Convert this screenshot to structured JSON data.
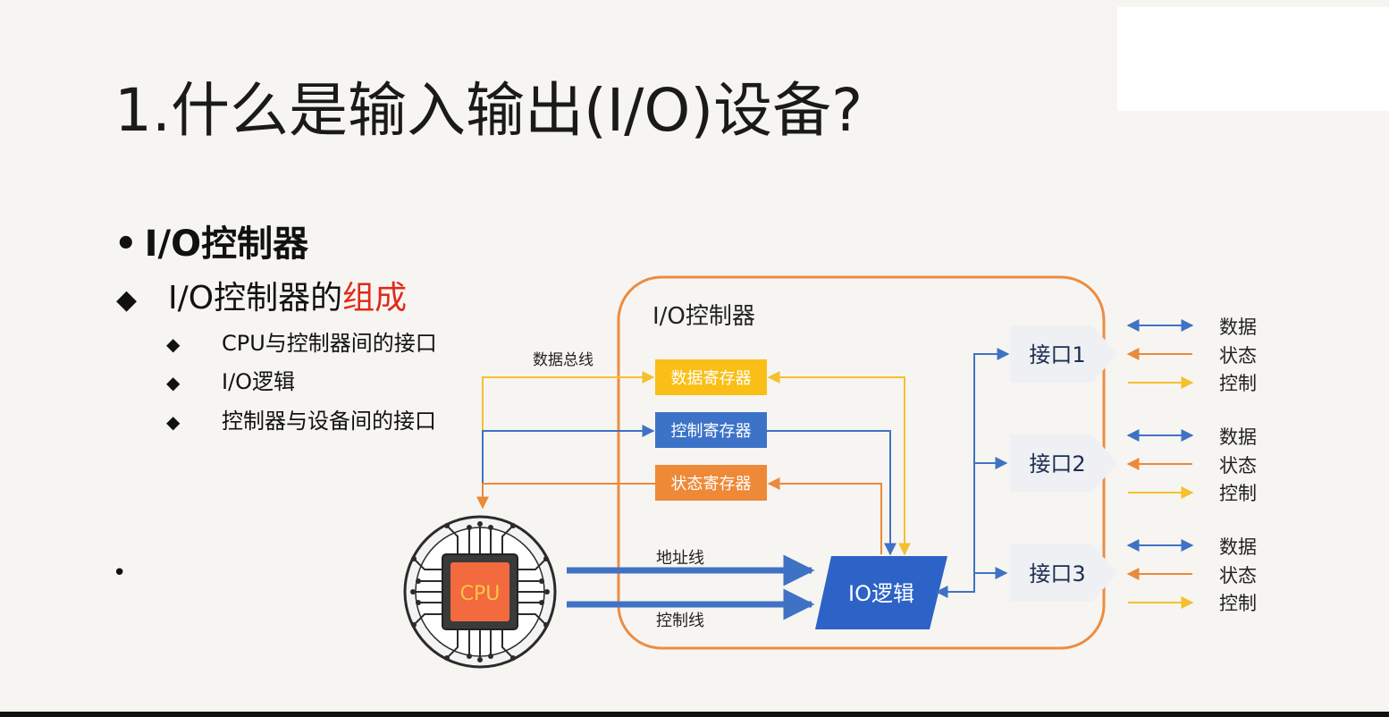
{
  "slide": {
    "title": "1.什么是输入输出(I/O)设备?",
    "heading": "I/O控制器",
    "subheading_prefix": "I/O控制器的",
    "subheading_highlight": "组成",
    "items": [
      "CPU与控制器间的接口",
      "I/O逻辑",
      "控制器与设备间的接口"
    ],
    "bullet_dot": "•",
    "diamond": "◆"
  },
  "diagram": {
    "controller_title": "I/O控制器",
    "data_bus_label": "数据总线",
    "registers": [
      "数据寄存器",
      "控制寄存器",
      "状态寄存器"
    ],
    "address_line_label": "地址线",
    "control_line_label": "控制线",
    "cpu_label": "CPU",
    "io_logic_label": "IO逻辑",
    "interfaces": [
      {
        "label": "接口1",
        "signals": [
          "数据",
          "状态",
          "控制"
        ]
      },
      {
        "label": "接口2",
        "signals": [
          "数据",
          "状态",
          "控制"
        ]
      },
      {
        "label": "接口3",
        "signals": [
          "数据",
          "状态",
          "控制"
        ]
      }
    ]
  },
  "colors": {
    "data": "#3f72c4",
    "status": "#ea8a3a",
    "control": "#f5c02e",
    "register_data": "#f9bf16",
    "register_control": "#3c73c8",
    "register_status": "#ee8937",
    "io_logic": "#2d62c6",
    "controller_border": "#eb8d42",
    "heading_highlight": "#e02a1a"
  }
}
